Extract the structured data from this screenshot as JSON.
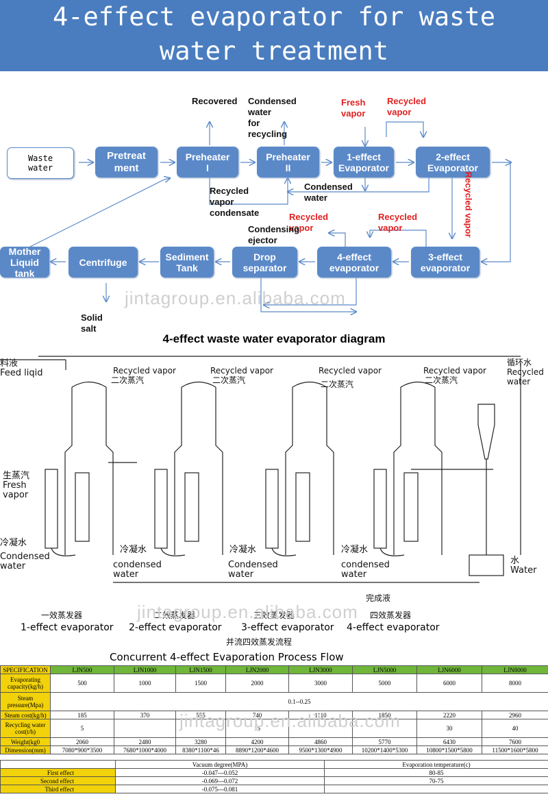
{
  "banner": {
    "line1": "4-effect evaporator for waste",
    "line2": "water treatment"
  },
  "flow": {
    "boxes": {
      "waste": "Waste\nwater",
      "pretreat": "Pretreat\nment",
      "pre1": "Preheater\nI",
      "pre2": "Preheater\nII",
      "eff1": "1-effect\nEvaporator",
      "eff2": "2-effect\nEvaporator",
      "mother": "Mother\nLiquid tank",
      "centrifuge": "Centrifuge",
      "sediment": "Sediment\nTank",
      "drop": "Drop\nseparator",
      "eff4": "4-effect\nevaporator",
      "eff3": "3-effect\nevaporator"
    },
    "labels": {
      "recovered": "Recovered",
      "condensed_recycling": "Condensed water\nfor recycling",
      "fresh_vapor": "Fresh\nvapor",
      "recycled_vapor_top": "Recycled\nvapor",
      "recycled_condensate": "Recycled vapor\ncondensate",
      "condensed_water": "Condensed\nwater",
      "recycled_vapor_vertical": "Recycled vapor",
      "recycled_vapor_a": "Recycled vapor",
      "recycled_vapor_b": "Recycled vapor",
      "condensing_ejector": "Condensing\nejector",
      "solid_salt": "Solid salt"
    },
    "watermark": "jintagroup.en.alibaba.com"
  },
  "diagram_title": "4-effect waste water evaporator diagram",
  "drawing": {
    "feed": "料液\nFeed liqid",
    "recycled_vapor": "Recycled vapor",
    "secondary_steam": "二次蒸汽",
    "circ_water": "循环水\nRecycled\nwater",
    "fresh_steam": "生蒸汽\nFresh\nvapor",
    "condensate_cn": "冷凝水",
    "condensed_water": "Condensed\nwater",
    "condensed_water_lc": "condensed\nwater",
    "water_cn": "水\nWater",
    "finished_liquid": "完成液",
    "eff_cn": [
      "一效蒸发器",
      "二效蒸发器",
      "三效蒸发器",
      "四效蒸发器"
    ],
    "eff_en": [
      "1-effect evaporator",
      "2-effect evaporator",
      "3-effect evaporator",
      "4-effect evaporator"
    ],
    "process_cn": "并流四效蒸发流程",
    "process_en": "Concurrent 4-effect Evaporation Process Flow",
    "watermark": "jintagroup.en.alibaba.com"
  },
  "spec_table": {
    "header": [
      "SPECIFICATION",
      "LJN500",
      "LJN1000",
      "LJN1500",
      "LJN2000",
      "LJN3000",
      "LJN5000",
      "LJN6000",
      "LJN8000"
    ],
    "rows": [
      {
        "label": "Evaporating capacity(kg/h)",
        "values": [
          "500",
          "1000",
          "1500",
          "2000",
          "3000",
          "5000",
          "6000",
          "8000"
        ]
      },
      {
        "label": "Steam pressure(Mpa)",
        "span": "0.1--0.25"
      },
      {
        "label": "Steam cost(kg/h)",
        "values": [
          "185",
          "370",
          "555",
          "740",
          "1110",
          "1850",
          "2220",
          "2960"
        ]
      },
      {
        "label": "Recycling water cost(t/h)",
        "values": [
          "5",
          "",
          "",
          "15",
          "",
          "",
          "30",
          "40"
        ]
      },
      {
        "label": "Weight(kg0",
        "values": [
          "2060",
          "2480",
          "3280",
          "4200",
          "4860",
          "5770",
          "6430",
          "7600"
        ]
      },
      {
        "label": "Dimension(mm)",
        "values": [
          "7080*900*3500",
          "7680*1000*4000",
          "8380*1100*46",
          "8890*1200*4600",
          "9500*1300*4900",
          "10200*1400*5300",
          "10800*1500*5800",
          "11500*1600*5800"
        ]
      }
    ],
    "watermark": "jintagroup.en.alibaba.com"
  },
  "vacuum_table": {
    "header": [
      "Vacuum degree(MPA)",
      "Evaporation temperature(c)"
    ],
    "rows": [
      {
        "label": "First effect",
        "vac": "-0.047---0.052",
        "temp": "80-85"
      },
      {
        "label": "Second effect",
        "vac": "-0.069---0.072",
        "temp": "70-75"
      },
      {
        "label": "Third effect",
        "vac": "-0.075---0.081",
        "temp": ""
      }
    ]
  }
}
